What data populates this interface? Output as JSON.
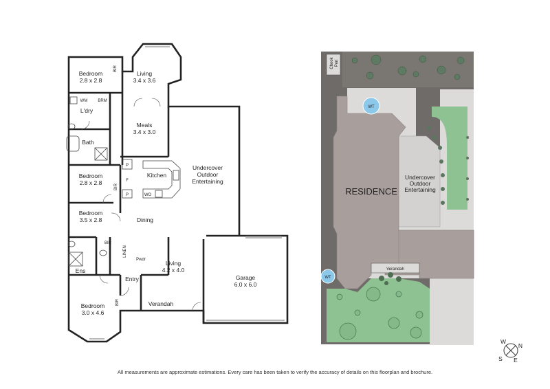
{
  "floorplan": {
    "rooms": {
      "bedroom_top": {
        "name": "Bedroom",
        "size": "2.8 x 2.8"
      },
      "living_top": {
        "name": "Living",
        "size": "3.4 x 3.6"
      },
      "laundry": {
        "name": "L'dry"
      },
      "bath": {
        "name": "Bath"
      },
      "meals": {
        "name": "Meals",
        "size": "3.4 x 3.0"
      },
      "bedroom_mid": {
        "name": "Bedroom",
        "size": "2.8 x 2.8"
      },
      "kitchen": {
        "name": "Kitchen"
      },
      "undercover": {
        "line1": "Undercover",
        "line2": "Outdoor",
        "line3": "Entertaining"
      },
      "bedroom_lower": {
        "name": "Bedroom",
        "size": "3.5 x 2.8"
      },
      "dining": {
        "name": "Dining"
      },
      "ensuite": {
        "name": "Ens"
      },
      "powder": {
        "name": "Pwdr"
      },
      "living_lower": {
        "name": "Living",
        "size": "4.2 x 4.0"
      },
      "entry": {
        "name": "Entry"
      },
      "garage": {
        "name": "Garage",
        "size": "6.0 x 6.0"
      },
      "bedroom_bottom": {
        "name": "Bedroom",
        "size": "3.0 x 4.6"
      },
      "verandah": {
        "name": "Verandah"
      }
    },
    "fixtures": {
      "bir": "BIR",
      "wm": "WM",
      "brm": "BRM",
      "pantry": "P",
      "fridge": "F",
      "wall_oven": "WO",
      "linen": "LINEN"
    }
  },
  "siteplan": {
    "residence": "RESIDENCE",
    "chook_pen": {
      "line1": "Chook",
      "line2": "Pen"
    },
    "water_tank": "WT",
    "undercover": {
      "line1": "Undercover",
      "line2": "Outdoor",
      "line3": "Entertaining"
    },
    "verandah": "Verandah",
    "colors": {
      "border": "#6e6b68",
      "residence": "#a89e9c",
      "lawn": "#8fc293",
      "paving": "#dcdbda",
      "tank": "#8bc8ea"
    }
  },
  "compass": {
    "n": "N",
    "e": "E",
    "s": "S",
    "w": "W"
  },
  "footer": {
    "disclaimer": "All measurements are approximate estimations. Every care has been taken to verify the accuracy of details on this floorplan and brochure."
  }
}
